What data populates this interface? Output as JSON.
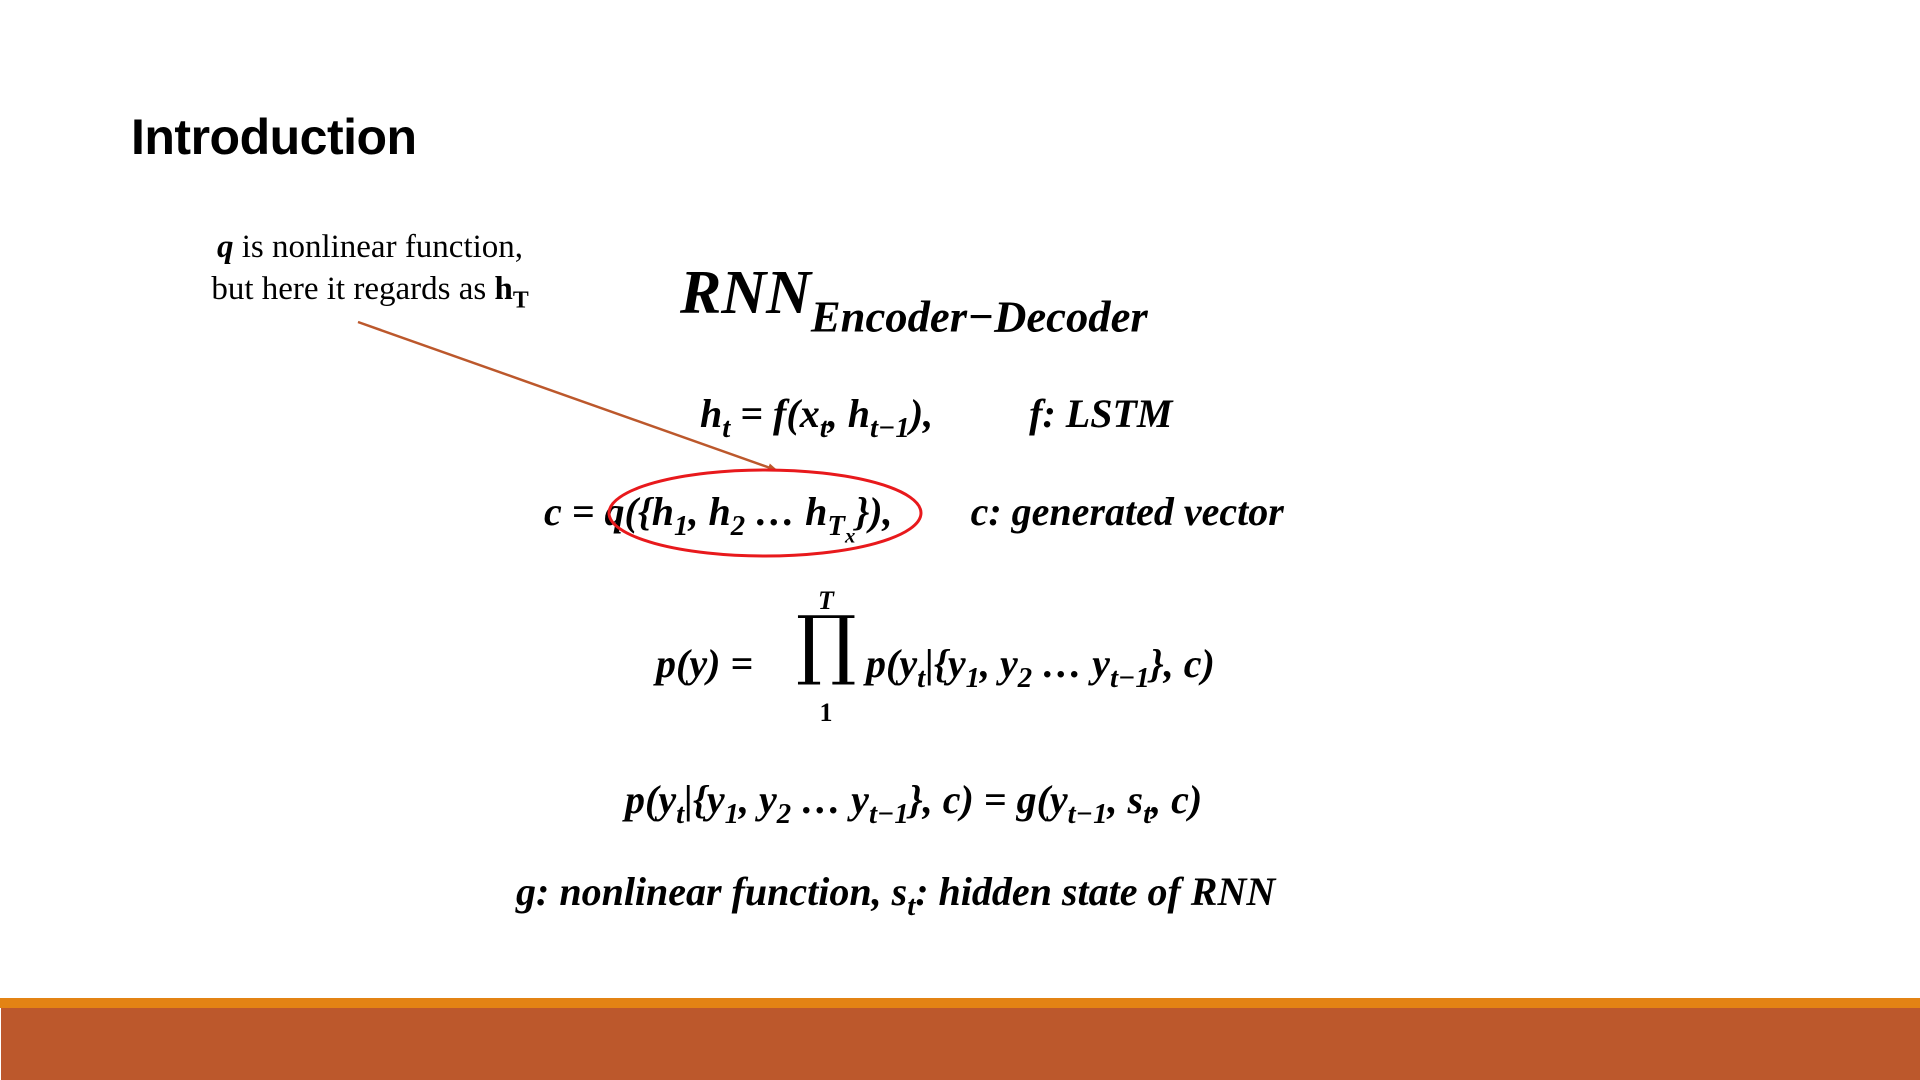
{
  "slide": {
    "title": "Introduction",
    "annotation": {
      "line1_var": "q",
      "line1_text": " is nonlinear function,",
      "line2_text": "but here it regards as ",
      "line2_var": "h",
      "line2_sub": "T"
    },
    "heading": {
      "main": "RNN",
      "sub": "Encoder−Decoder"
    },
    "equations": {
      "eq1": {
        "lhs_var": "h",
        "lhs_sub": "t",
        "rhs_pre": " = f(x",
        "rhs_x_sub": "t",
        "rhs_mid": ", h",
        "rhs_h_sub": "t−1",
        "rhs_post": "),",
        "note_var": "f",
        "note_text": ": LSTM"
      },
      "eq2": {
        "lhs": "c = ",
        "q_text": "q({h",
        "h1_sub": "1",
        "sep1": ", h",
        "h2_sub": "2",
        "mid": " … h",
        "hT_sub": "T",
        "hT_subsub": "x",
        "close": "}),",
        "note_var": "c",
        "note_text": ": generated vector"
      },
      "eq3": {
        "lhs": "p(y) = ",
        "prod_upper": "T",
        "prod_lower": "1",
        "prod_symbol": "∏",
        "rhs_pre": "p(y",
        "yt_sub": "t",
        "bar": "|{y",
        "y1_sub": "1",
        "sep": ", y",
        "y2_sub": "2",
        "dots": " … y",
        "ylast_sub": "t−1",
        "rhs_post": "}, c)"
      },
      "eq4": {
        "pre": "p(y",
        "yt_sub": "t",
        "bar": "|{y",
        "y1_sub": "1",
        "sep": ", y",
        "y2_sub": "2",
        "dots": " … y",
        "ylast_sub": "t−1",
        "mid": "}, c) = g(y",
        "g_y_sub": "t−1",
        "g_sep": ", s",
        "g_s_sub": "t",
        "post": ", c)"
      },
      "eq5": {
        "pre": "g: nonlinear function, s",
        "s_sub": "t",
        "post": ": hidden state of RNN"
      }
    },
    "colors": {
      "ellipse": "#E8191C",
      "arrow": "#BC582C",
      "footer_line": "#E38314",
      "footer_band": "#BC582C"
    }
  }
}
